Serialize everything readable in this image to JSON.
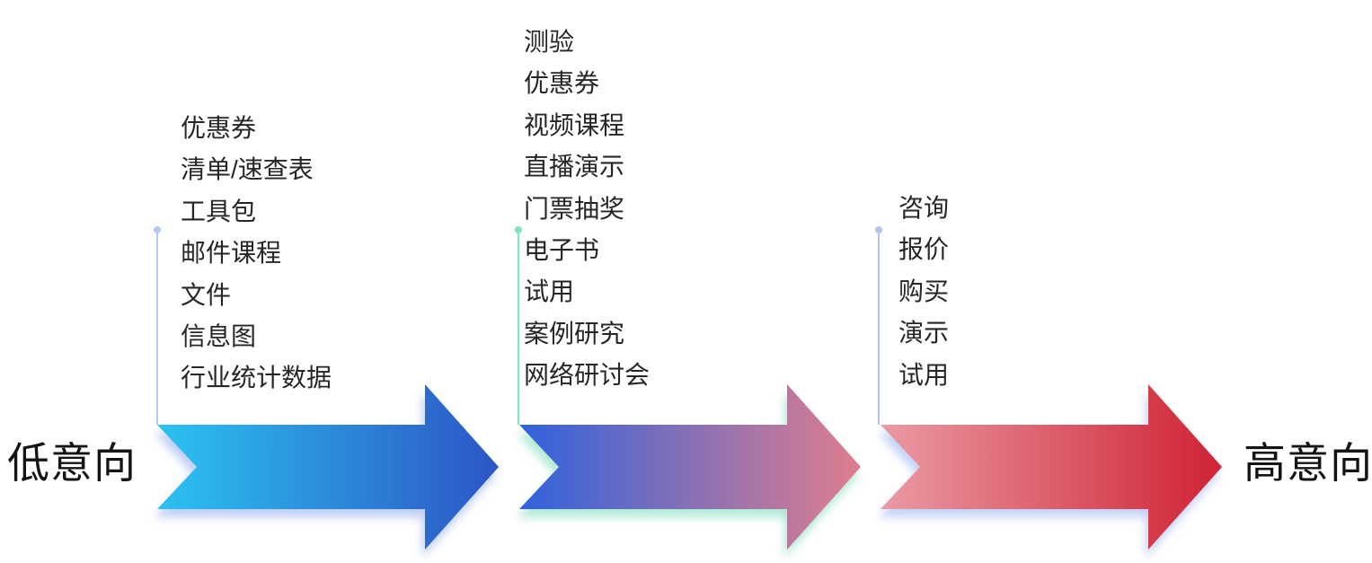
{
  "labels": {
    "low_intent": "低意向",
    "high_intent": "高意向"
  },
  "stages": [
    {
      "name": "low-intent-offers",
      "items": [
        "优惠券",
        "清单/速查表",
        "工具包",
        "邮件课程",
        "文件",
        "信息图",
        "行业统计数据"
      ],
      "arrow": {
        "from": "#2bc3f1",
        "to": "#2c55c5"
      },
      "connector_color": "#b4c7f5"
    },
    {
      "name": "mid-intent-offers",
      "items": [
        "测验",
        "优惠券",
        "视频课程",
        "直播演示",
        "门票抽奖",
        "电子书",
        "试用",
        "案例研究",
        "网络研讨会"
      ],
      "arrow": {
        "from": "#2f62dd",
        "to": "#e07e8e"
      },
      "connector_color": "#7ee3c8"
    },
    {
      "name": "high-intent-offers",
      "items": [
        "咨询",
        "报价",
        "购买",
        "演示",
        "试用"
      ],
      "arrow": {
        "from": "#ea9aa4",
        "to": "#cf2334"
      },
      "connector_color": "#b0c3f2"
    }
  ]
}
